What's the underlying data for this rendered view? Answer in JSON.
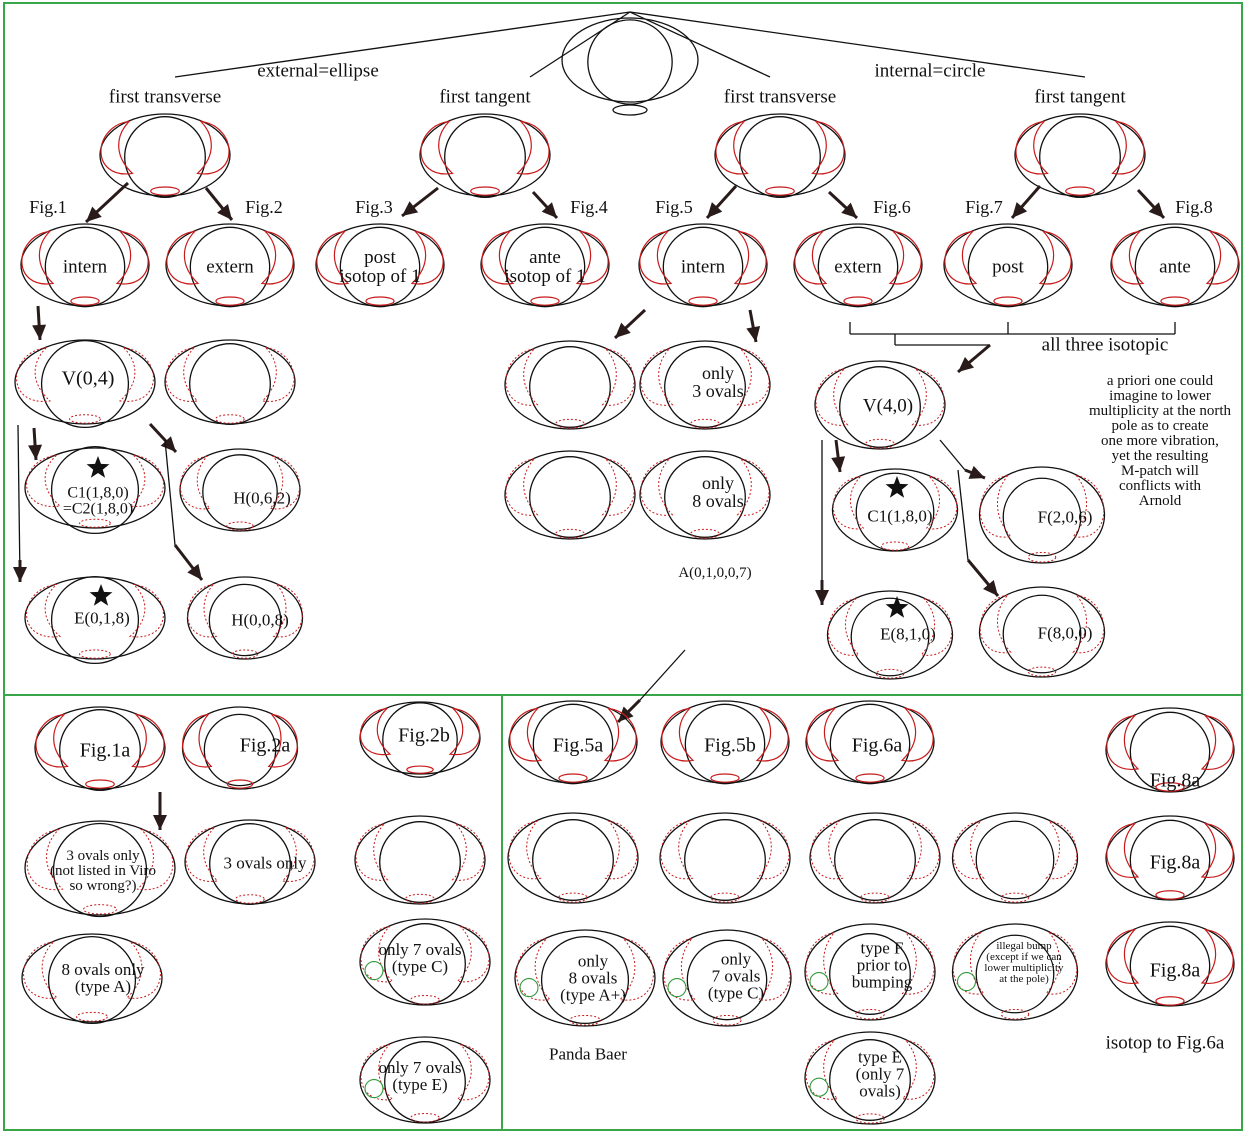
{
  "top": {
    "ext_label": "external=ellipse",
    "int_label": "internal=circle"
  },
  "level1": [
    {
      "label": "first transverse"
    },
    {
      "label": "first tangent"
    },
    {
      "label": "first transverse"
    },
    {
      "label": "first tangent"
    }
  ],
  "figs": [
    {
      "fig": "Fig.1",
      "text": "intern"
    },
    {
      "fig": "Fig.2",
      "text": "extern"
    },
    {
      "fig": "Fig.3",
      "text": "post\nisotop of 1"
    },
    {
      "fig": "Fig.4",
      "text": "ante\nisotop of 1"
    },
    {
      "fig": "Fig.5",
      "text": "intern"
    },
    {
      "fig": "Fig.6",
      "text": "extern"
    },
    {
      "fig": "Fig.7",
      "text": "post"
    },
    {
      "fig": "Fig.8",
      "text": "ante"
    }
  ],
  "iso_note": "all three isotopic",
  "prior_note": "a priori one could\nimagine to lower\nmultiplicity at the north\npole as to create\none more vibration,\nyet the resulting\nM-patch will\nconflicts with\nArnold",
  "leaf_labels": {
    "v04": "V(0,4)",
    "c1": "C1(1,8,0)\n=C2(1,8,0)",
    "h062": "H(0,6,2)",
    "e018": "E(0,1,8)",
    "h008": "H(0,0,8)",
    "only3": "only\n3 ovals",
    "only8": "only\n8 ovals",
    "a01007": "A(0,1,0,0,7)",
    "v40": "V(4,0)",
    "c180": "C1(1,8,0)",
    "f206": "F(2,0,6)",
    "e810": "E(8,1,0)",
    "f800": "F(8,0,0)"
  },
  "bottom": {
    "fig1a": "Fig.1a",
    "fig2a": "Fig.2a",
    "fig2b": "Fig.2b",
    "three_only_note": "3 ovals only\n(not listed in Viro\nso wrong?)",
    "three_only": "3 ovals only",
    "eight_only": "8 ovals only\n(type A)",
    "seven_c": "only 7 ovals\n(type C)",
    "seven_e": "only 7 ovals\n(type E)",
    "fig5a": "Fig.5a",
    "fig5b": "Fig.5b",
    "fig6a": "Fig.6a",
    "fig8a": "Fig.8a",
    "only8_aplus": "only\n8 ovals\n(type A+)",
    "only7_c": "only\n7 ovals\n(type C)",
    "typeF": "type F\nprior to\nbumping",
    "illegal": "illegal bump\n(except if we can\nlower multiplicity\nat the pole)",
    "panda": "Panda Baer",
    "typeE7": "type E\n(only 7\novals)",
    "isotop6a": "isotop to Fig.6a"
  }
}
